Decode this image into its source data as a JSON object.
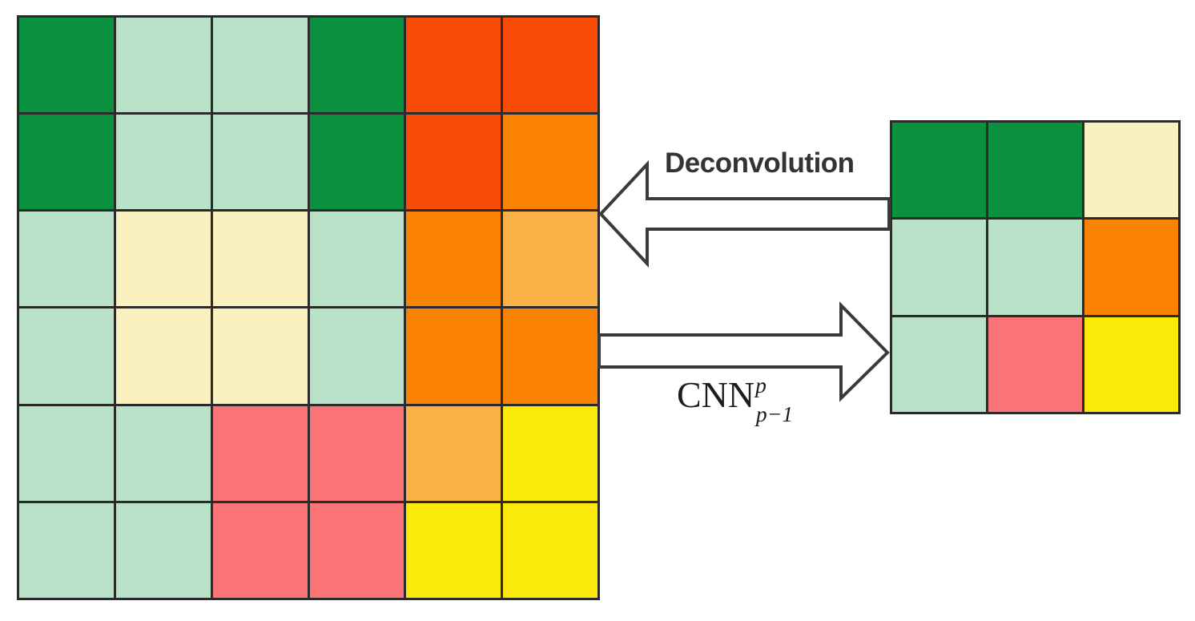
{
  "diagram": {
    "title": "CNN deconvolution feature map diagram",
    "labels": {
      "deconvolution": "Deconvolution",
      "cnn_base": "CNN",
      "cnn_superscript": "p",
      "cnn_subscript": "p−1"
    },
    "arrows": [
      {
        "name": "deconvolution-arrow",
        "direction": "left",
        "label": "Deconvolution"
      },
      {
        "name": "cnn-arrow",
        "direction": "right",
        "label": "CNN p / p-1"
      }
    ],
    "palette": {
      "dark_green": "#0a9140",
      "light_green": "#bae2c8",
      "cream": "#faf0c0",
      "red_orange": "#f74b06",
      "orange": "#fa8205",
      "light_orange": "#fbb349",
      "yellow": "#fbe909",
      "salmon": "#fb7576",
      "grid_line": "#2b2b2b",
      "background": "#ffffff",
      "arrow_fill": "#ffffff",
      "arrow_stroke": "#3a3a3a",
      "text": "#333333"
    },
    "input_grid": {
      "name": "input-feature-map",
      "rows": 6,
      "cols": 6,
      "cells": [
        [
          "#0a9140",
          "#bae2c8",
          "#bae2c8",
          "#0a9140",
          "#f74b06",
          "#f74b06"
        ],
        [
          "#0a9140",
          "#bae2c8",
          "#bae2c8",
          "#0a9140",
          "#f74b06",
          "#fa8205"
        ],
        [
          "#bae2c8",
          "#faf0c0",
          "#faf0c0",
          "#bae2c8",
          "#fa8205",
          "#fbb349"
        ],
        [
          "#bae2c8",
          "#faf0c0",
          "#faf0c0",
          "#bae2c8",
          "#fa8205",
          "#fa8205"
        ],
        [
          "#bae2c8",
          "#bae2c8",
          "#fb7576",
          "#fb7576",
          "#fbb349",
          "#fbe909"
        ],
        [
          "#bae2c8",
          "#bae2c8",
          "#fb7576",
          "#fb7576",
          "#fbe909",
          "#fbe909"
        ]
      ]
    },
    "output_grid": {
      "name": "output-feature-map",
      "rows": 3,
      "cols": 3,
      "cells": [
        [
          "#0a9140",
          "#0a9140",
          "#faf0c0"
        ],
        [
          "#bae2c8",
          "#bae2c8",
          "#fa8205"
        ],
        [
          "#bae2c8",
          "#fb7576",
          "#fbe909"
        ]
      ]
    }
  }
}
